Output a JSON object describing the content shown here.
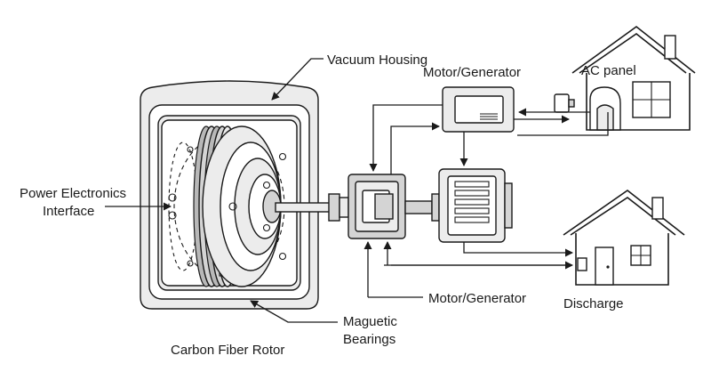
{
  "labels": {
    "vacuum_housing": "Vacuum Housing",
    "motor_generator_top": "Motor/Generator",
    "ac_panel": "AC panel",
    "power_electronics_line1": "Power Electronics",
    "power_electronics_line2": "Interface",
    "motor_generator_bottom": "Motor/Generator",
    "discharge": "Discharge",
    "magnetic_bearings_line1": "Maguetic",
    "magnetic_bearings_line2": "Bearings",
    "carbon_fiber_rotor": "Carbon Fiber Rotor"
  },
  "colors": {
    "line": "#1a1a1a",
    "metal_light": "#ececec",
    "metal_mid": "#d4d4d4",
    "metal_dark": "#b8b8b8"
  }
}
